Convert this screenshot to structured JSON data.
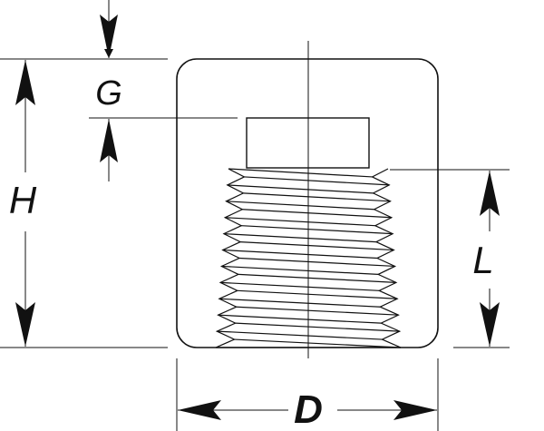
{
  "dimensions": {
    "g": {
      "label": "G"
    },
    "h": {
      "label": "H"
    },
    "l": {
      "label": "L"
    },
    "d": {
      "label": "D"
    }
  },
  "colors": {
    "line": "#111111",
    "background": "#ffffff"
  }
}
